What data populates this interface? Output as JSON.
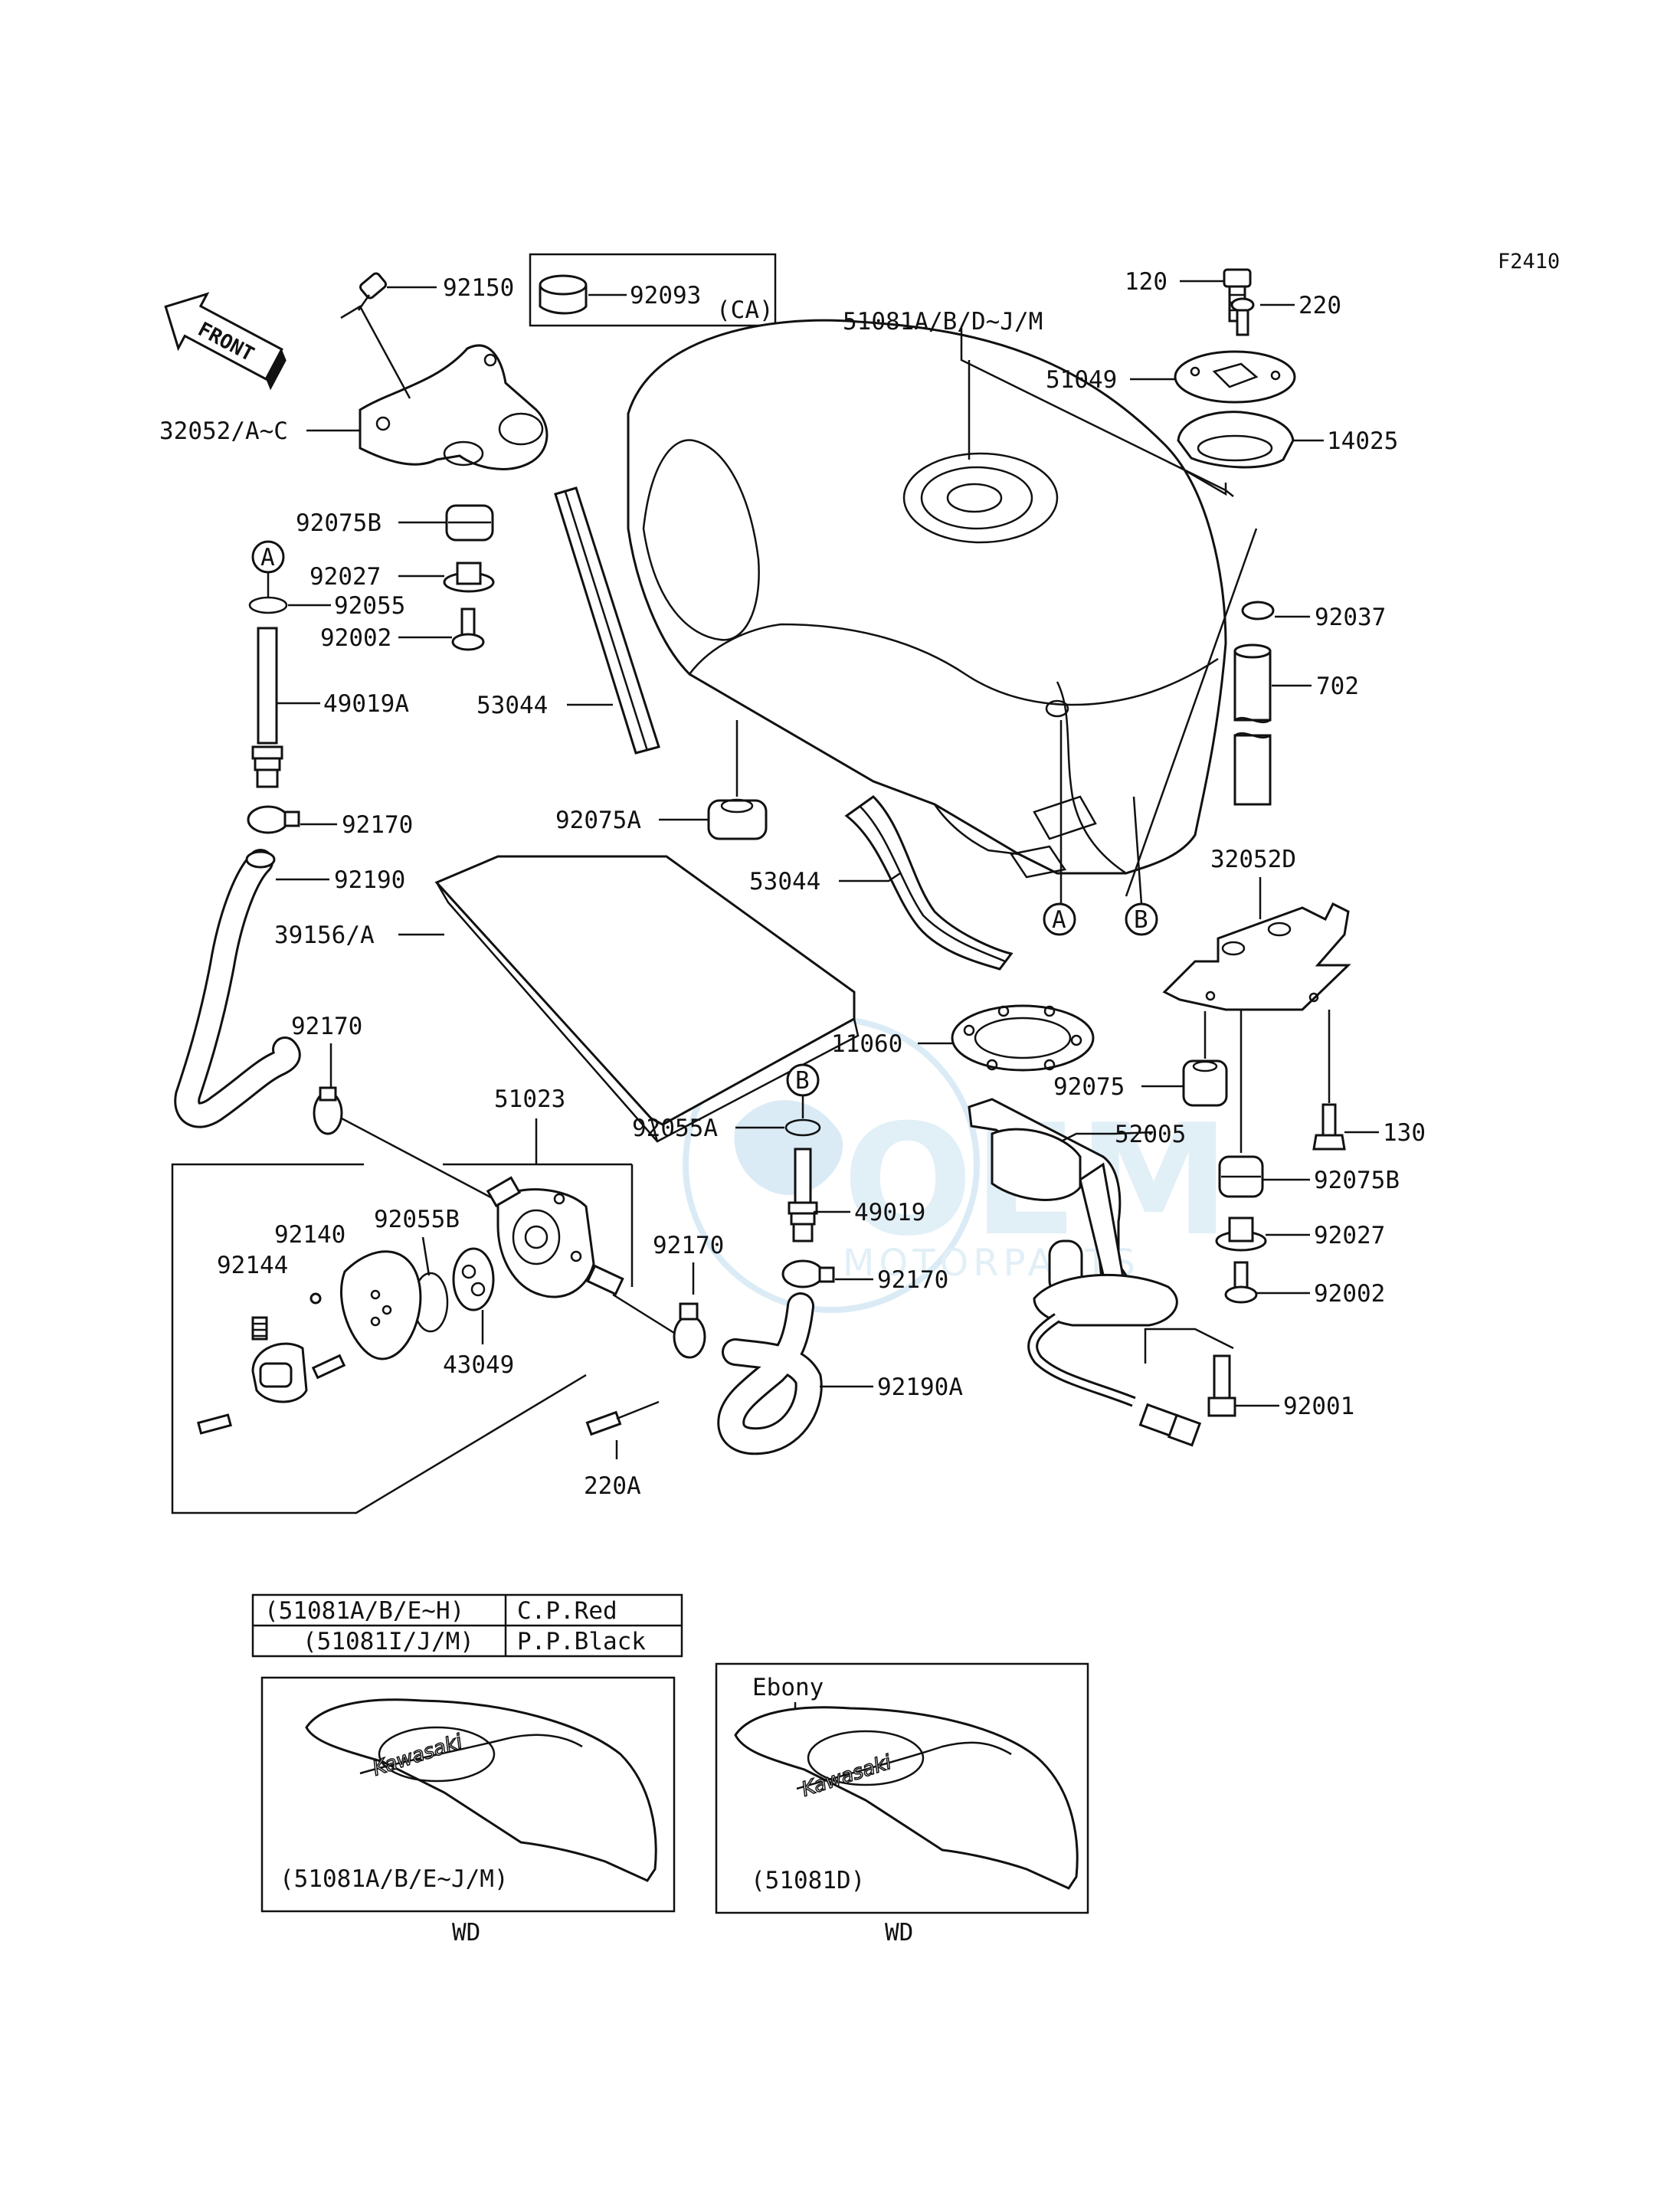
{
  "figure_code": "F2410",
  "front_label": "FRONT",
  "parts": {
    "p92150": "92150",
    "p92093": "92093",
    "ca_note": "(CA)",
    "p32052AC": "32052/A~C",
    "p92075B_left": "92075B",
    "p92027_left": "92027",
    "p92055": "92055",
    "p92002_left": "92002",
    "p49019A": "49019A",
    "p92170_top": "92170",
    "p92190": "92190",
    "p39156A": "39156/A",
    "p92170_mid": "92170",
    "p51023": "51023",
    "p92140": "92140",
    "p92144": "92144",
    "p92055B": "92055B",
    "p43049": "43049",
    "p220A": "220A",
    "p53044_upper": "53044",
    "p92075A": "92075A",
    "p53044_lower": "53044",
    "p51081": "51081A/B/D~J/M",
    "p120": "120",
    "p220": "220",
    "p51049": "51049",
    "p14025": "14025",
    "p92037": "92037",
    "p702": "702",
    "p32052D": "32052D",
    "p11060": "11060",
    "p92075": "92075",
    "p130": "130",
    "p92055A": "92055A",
    "p52005": "52005",
    "p92075B_right": "92075B",
    "p49019": "49019",
    "p92027_right": "92027",
    "p92170_right": "92170",
    "p92170_lower": "92170",
    "p92002_right": "92002",
    "p92190A": "92190A",
    "p92001": "92001"
  },
  "refs": {
    "a": "A",
    "b": "B"
  },
  "color_table": [
    {
      "models": "(51081A/B/E~H)",
      "color": "C.P.Red"
    },
    {
      "models": "(51081I/J/M)",
      "color": "P.P.Black"
    }
  ],
  "variants": [
    {
      "caption": "(51081A/B/E~J/M)",
      "region": "WD",
      "logo": "Kawasaki",
      "note": ""
    },
    {
      "caption": "(51081D)",
      "region": "WD",
      "logo": "Kawasaki",
      "note": "Ebony"
    }
  ],
  "watermark": {
    "brand": "OEM",
    "sub": "MOTORPARTS"
  }
}
